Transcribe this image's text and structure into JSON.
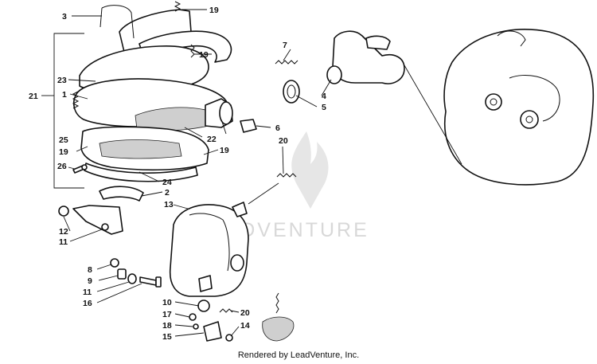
{
  "watermark": {
    "text": "LEADVENTURE"
  },
  "credit": "Rendered by LeadVenture, Inc.",
  "callouts": {
    "c1": "1",
    "c2": "2",
    "c3": "3",
    "c4": "4",
    "c5": "5",
    "c6": "6",
    "c7": "7",
    "c8": "8",
    "c9": "9",
    "c10": "10",
    "c11a": "11",
    "c11b": "11",
    "c12": "12",
    "c13": "13",
    "c14": "14",
    "c15": "15",
    "c16": "16",
    "c17": "17",
    "c18": "18",
    "c19a": "19",
    "c19b": "19",
    "c19c": "19",
    "c19d": "19",
    "c20a": "20",
    "c20b": "20",
    "c21": "21",
    "c22": "22",
    "c23": "23",
    "c24": "24",
    "c25": "25",
    "c26": "26"
  }
}
